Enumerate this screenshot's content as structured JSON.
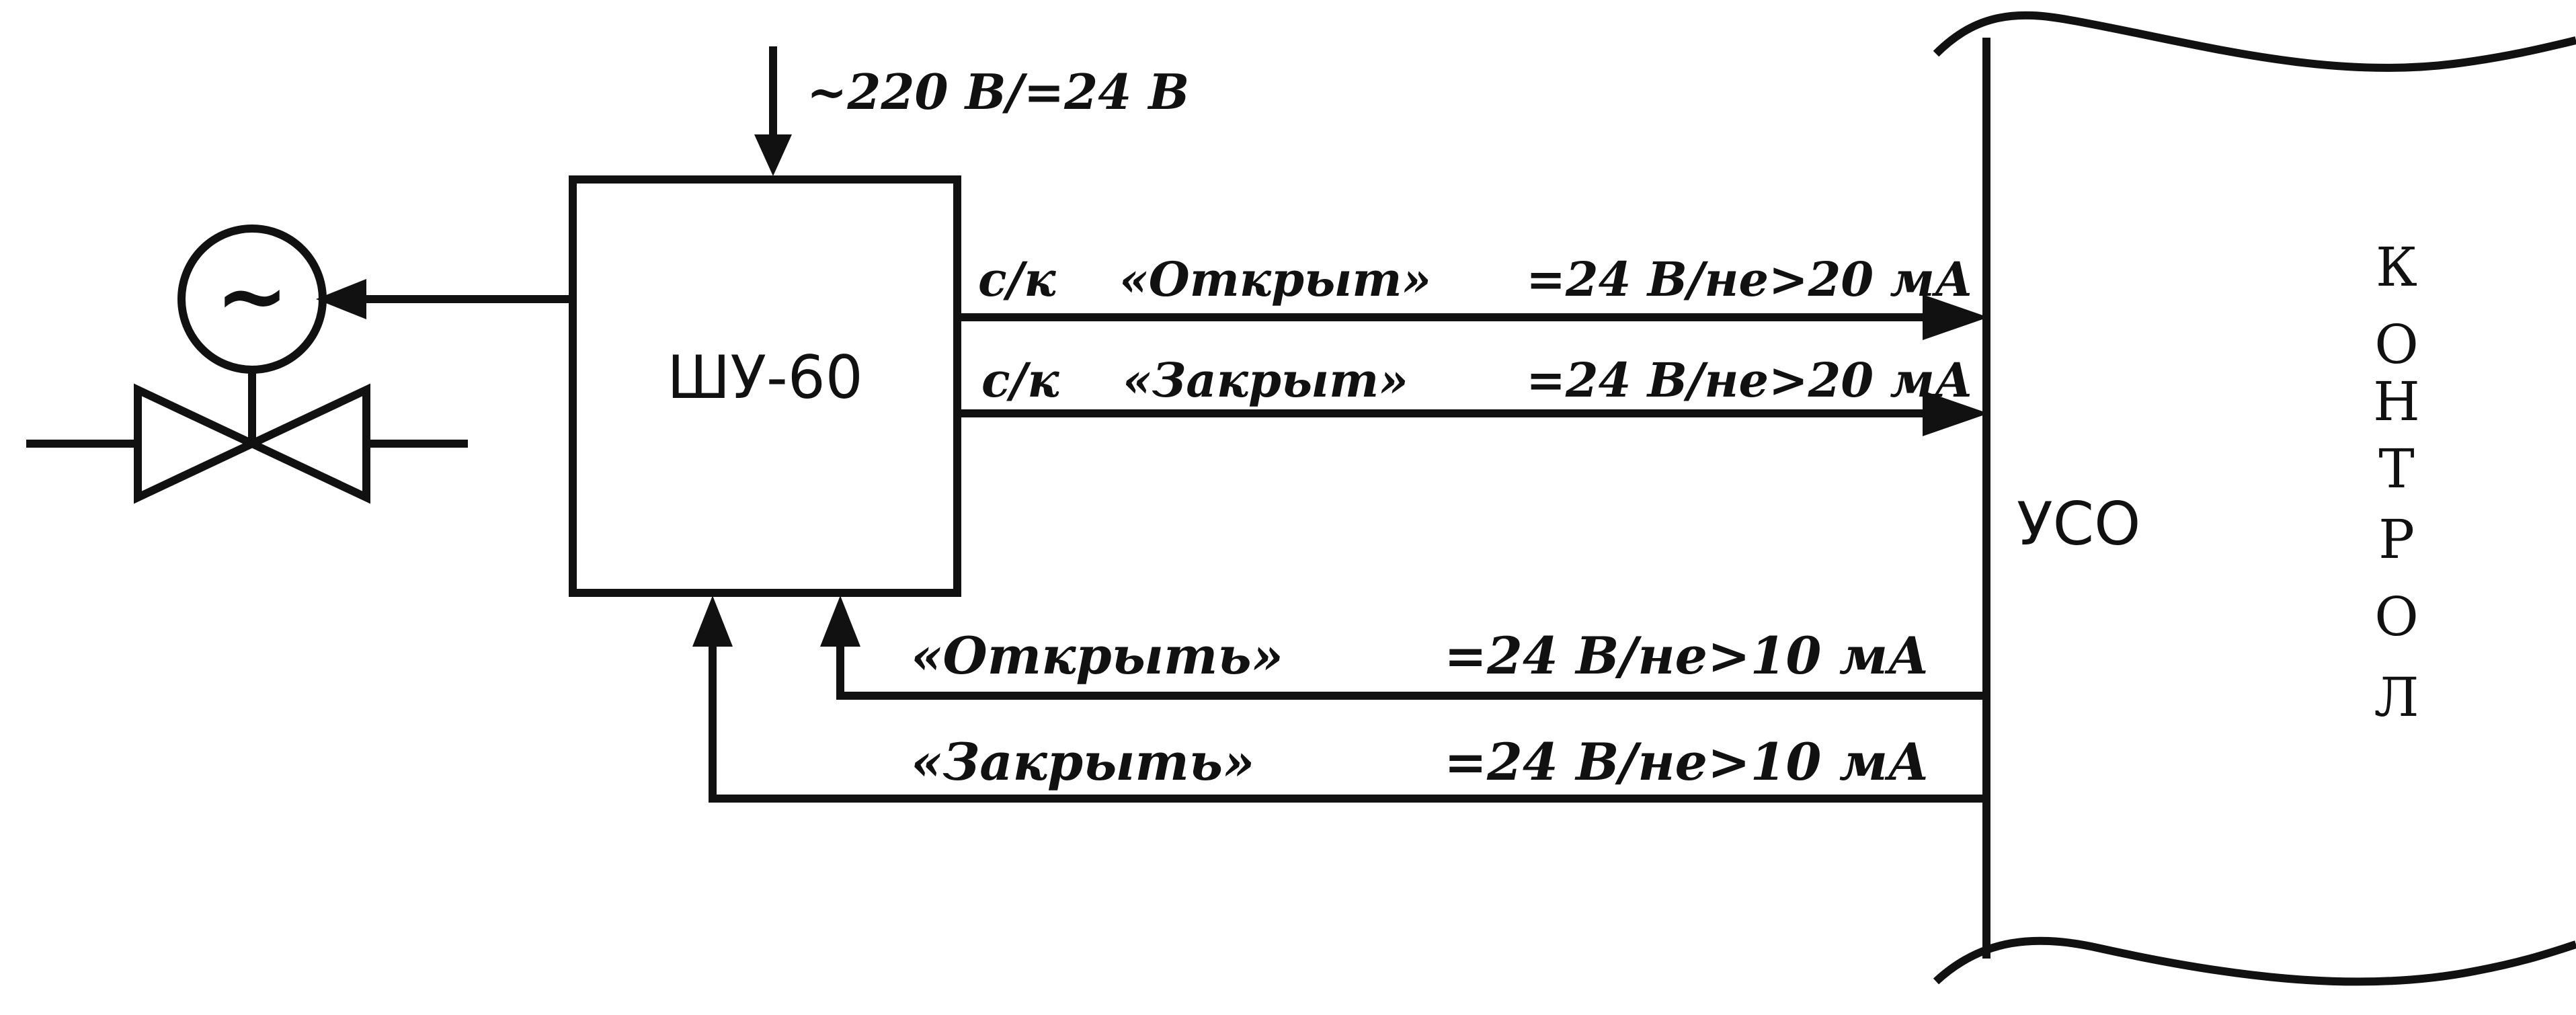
{
  "power_label": "~220 В/=24 В",
  "controller_label": "ШУ-60",
  "motor_symbol": "~",
  "signals": {
    "open_status": {
      "prefix": "с/к",
      "name": "«Открыт»",
      "spec": "=24 В/не>20 мА"
    },
    "closed_status": {
      "prefix": "с/к",
      "name": "«Закрыт»",
      "spec": "=24 В/не>20 мА"
    },
    "open_command": {
      "name": "«Открыть»",
      "spec": "=24 В/не>10 мА"
    },
    "close_command": {
      "name": "«Закрыть»",
      "spec": "=24 В/не>10 мА"
    }
  },
  "io_module_label": "УСО",
  "controller_vertical": [
    "К",
    "О",
    "Н",
    "Т",
    "Р",
    "О",
    "Л"
  ]
}
